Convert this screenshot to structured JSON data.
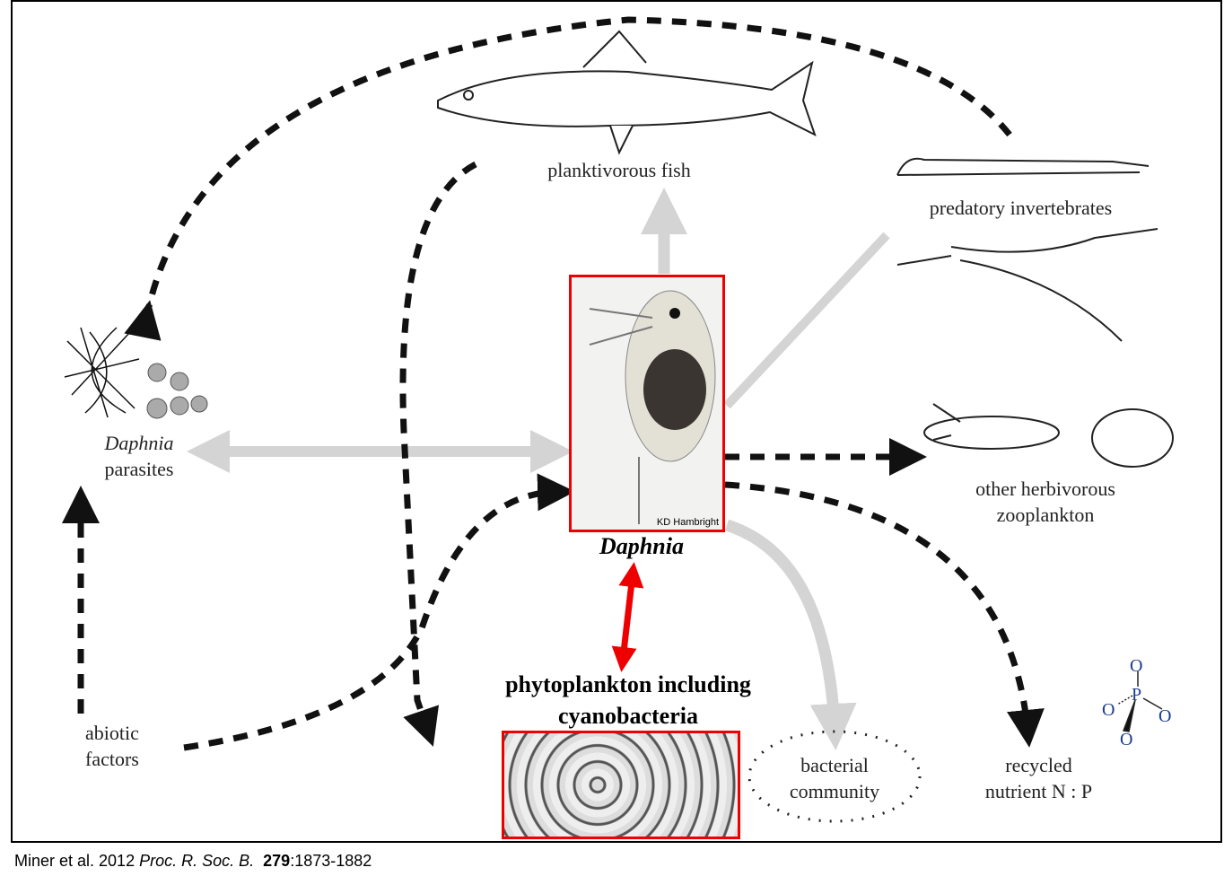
{
  "labels": {
    "fish": "planktivorous fish",
    "predators": "predatory invertebrates",
    "parasites_italic": "Daphnia",
    "parasites": "parasites",
    "daphnia": "Daphnia",
    "herbivores_1": "other herbivorous",
    "herbivores_2": "zooplankton",
    "phyto_1": "phytoplankton including",
    "phyto_2": "cyanobacteria",
    "abiotic_1": "abiotic",
    "abiotic_2": "factors",
    "bacterial_1": "bacterial",
    "bacterial_2": "community",
    "recycled_1": "recycled",
    "recycled_2": "nutrient N : P"
  },
  "photo_credit": "KD Hambright",
  "phosphate": {
    "p": "P",
    "o": "O"
  },
  "citation": {
    "authors": "Miner et al. 2012 ",
    "journal": "Proc. R. Soc. B.",
    "volume": "279",
    "pages": ":1873-1882"
  },
  "colors": {
    "highlight": "#ee0000",
    "dashed": "#111111",
    "solid": "#d4d4d4"
  }
}
